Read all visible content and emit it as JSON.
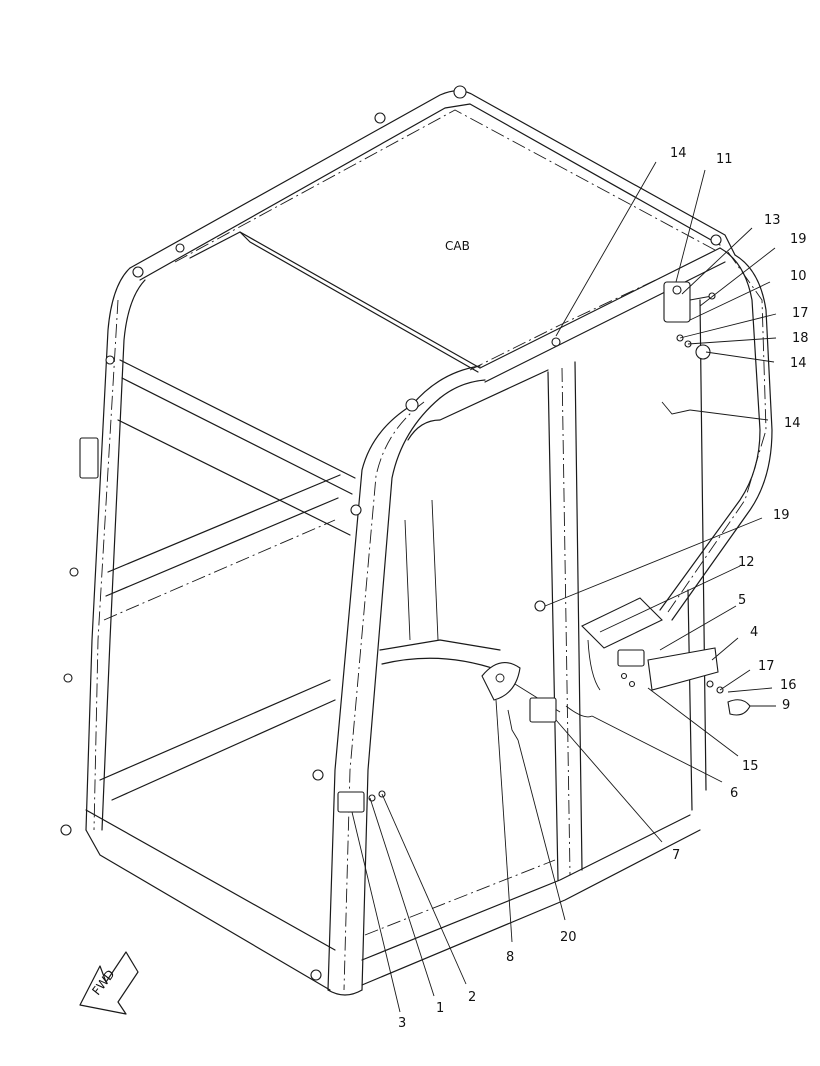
{
  "diagram": {
    "main_label": "CAB",
    "direction_label": "FWD",
    "callouts": [
      "14",
      "11",
      "13",
      "19",
      "10",
      "17",
      "18",
      "14",
      "14",
      "19",
      "12",
      "5",
      "4",
      "17",
      "16",
      "9",
      "15",
      "6",
      "7",
      "20",
      "8",
      "2",
      "1",
      "3"
    ]
  }
}
